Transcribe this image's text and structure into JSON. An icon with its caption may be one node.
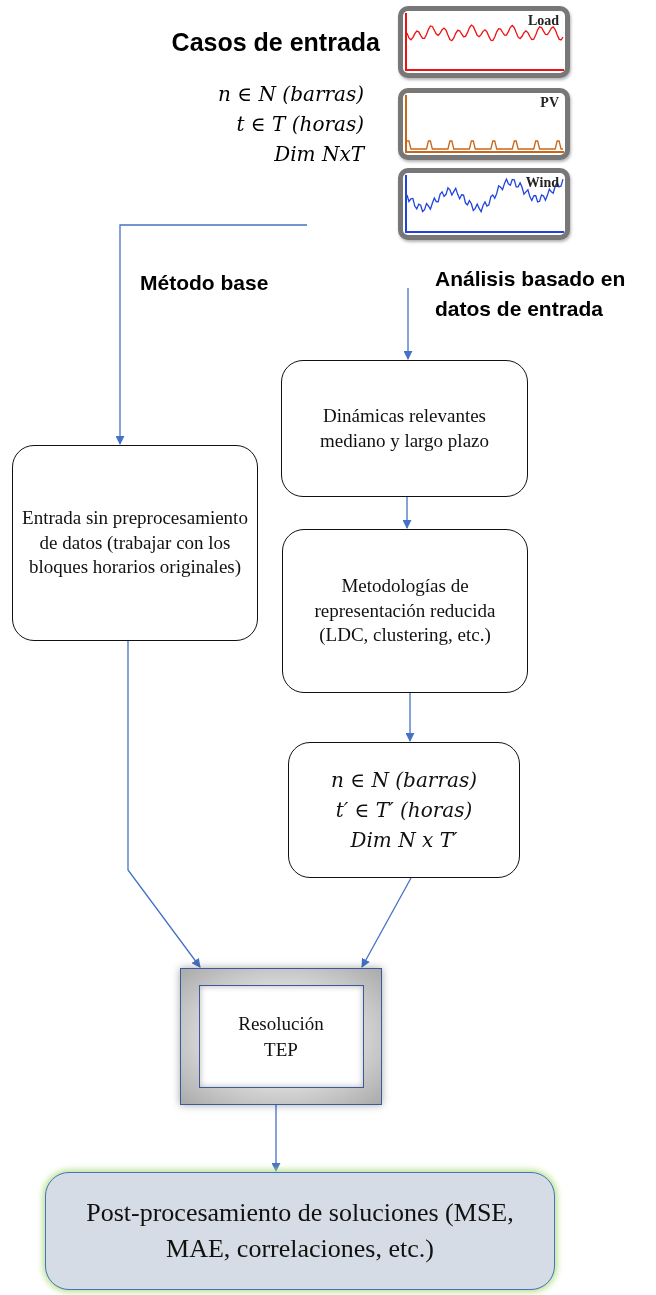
{
  "diagram": {
    "title": "Casos de entrada",
    "nodes": [
      {
        "text": [
          "Load"
        ]
      },
      {
        "text": [
          "PV"
        ]
      },
      {
        "text": [
          "Wind"
        ]
      },
      {
        "text": [
          "Dinámicas relevantes mediano y largo plazo"
        ]
      },
      {
        "text": [
          "Entrada sin preprocesamiento de datos (trabajar con los bloques horarios originales)"
        ]
      },
      {
        "text": [
          "Metodologías de representación reducida (LDC, clustering, etc.)"
        ]
      },
      {
        "text": [
          "n ∈ N (barras)",
          "t′ ∈ T′ (horas)",
          "Dim N x T′"
        ]
      },
      {
        "text": [
          "Resolución TEP"
        ]
      },
      {
        "text": [
          "Post-procesamiento de soluciones (MSE, MAE, correlaciones, etc.)"
        ]
      }
    ],
    "edges": [
      {
        "from": null,
        "to": 4,
        "arrow": "to",
        "label": "Método base"
      },
      {
        "from": null,
        "to": 3,
        "arrow": "to",
        "label": "Análisis basado en datos de entrada"
      },
      {
        "from": 3,
        "to": 5,
        "arrow": "to"
      },
      {
        "from": 5,
        "to": 6,
        "arrow": "to"
      },
      {
        "from": 4,
        "to": 7,
        "arrow": "to"
      },
      {
        "from": 6,
        "to": 7,
        "arrow": "to"
      },
      {
        "from": 7,
        "to": 8,
        "arrow": "to"
      }
    ],
    "labels": [
      "n ∈ N (barras)",
      "t ∈ T (horas)",
      "Dim NxT"
    ]
  }
}
